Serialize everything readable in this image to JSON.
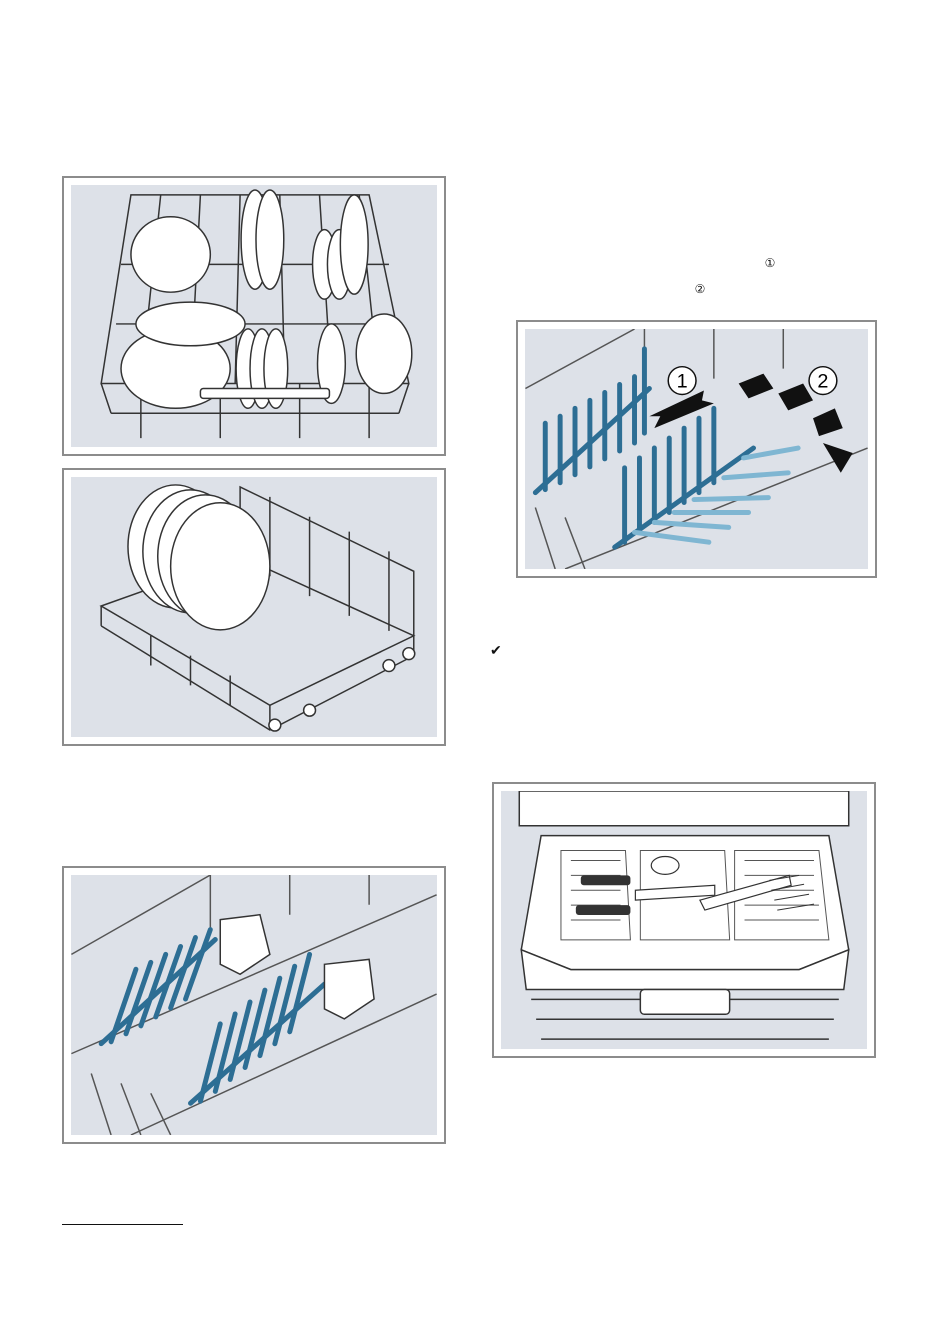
{
  "callouts": {
    "step_1": "①",
    "step_2": "②"
  },
  "check_mark": "✔",
  "figures": {
    "upper_basket_loaded": {
      "icon": "dish-rack-upper-icon"
    },
    "lower_basket_plates": {
      "icon": "dish-rack-lower-icon"
    },
    "folding_tines": {
      "icon": "folding-tines-icon"
    },
    "folding_tines_steps": {
      "icon": "folding-tines-steps-icon",
      "step_labels": [
        "1",
        "2"
      ]
    },
    "cutlery_drawer": {
      "icon": "cutlery-drawer-icon"
    }
  },
  "colors": {
    "tine_blue": "#2d6e94",
    "tine_light_blue": "#7fb6d2",
    "panel_bg": "#dde1e8",
    "frame": "#8c8c8c"
  }
}
